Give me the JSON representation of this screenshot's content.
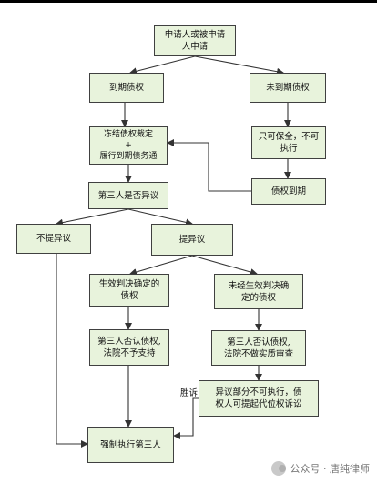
{
  "nodes": {
    "applicant": "申请人或被申请\n人申请",
    "due_debt": "到期债权",
    "undue_debt": "未到期债权",
    "freeze_ruling": "冻结债权裁定\n+\n履行到期债务通",
    "preserve_only": "只可保全，不可\n执行",
    "debt_due": "债权到期",
    "third_party_objects": "第三人是否异议",
    "no_objection": "不提异议",
    "objection": "提异议",
    "effective_judgment_debt": "生效判决确定的\n债权",
    "not_effective_judgment_debt": "未经生效判决确\n定的债权",
    "denied_not_supported": "第三人否认债权,\n法院不予支持",
    "denied_no_review": "第三人否认债权,\n法院不做实质审查",
    "objection_part_not_enforce": "异议部分不可执行，债\n权人可提起代位权诉讼",
    "enforce_third_party": "强制执行第三人"
  },
  "edge_labels": {
    "win_lawsuit": "胜诉"
  },
  "watermark": {
    "text": "公众号 · 唐纯律师",
    "icon": "wechat-icon"
  },
  "colors": {
    "box_fill": "#e8f3dc",
    "box_border": "#404040",
    "line": "#333333"
  }
}
